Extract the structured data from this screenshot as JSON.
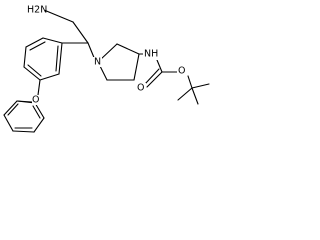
{
  "molecule": {
    "atoms": {
      "amine_n": "H2N",
      "pyrrolidine_n": "N",
      "carbamate_n": "NH",
      "carbonyl_o": "O",
      "ester_o": "O",
      "ether_o": "O"
    }
  }
}
